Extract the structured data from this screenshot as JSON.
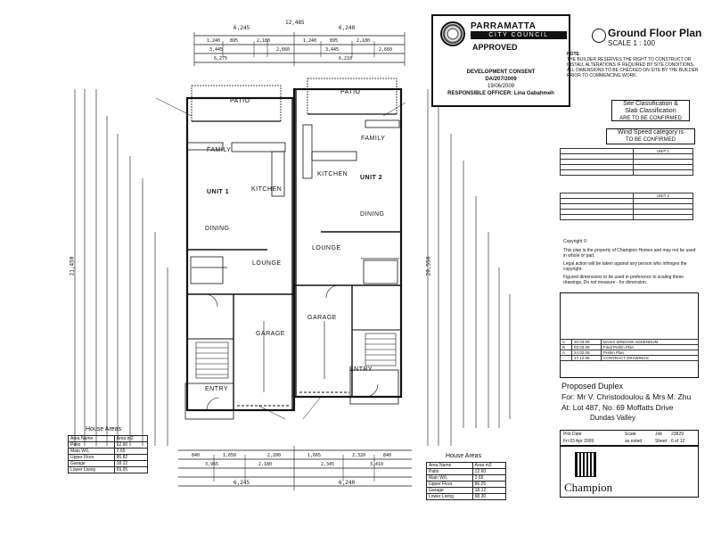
{
  "stamp": {
    "council_line1": "PARRAMATTA",
    "council_line2": "CITY COUNCIL",
    "status": "APPROVED",
    "consent_type": "DEVELOPMENT CONSENT",
    "consent_no": "DA/207/2009",
    "date": "19/06/2009",
    "officer": "RESPONSIBLE OFFICER: Lina Gabahmeh"
  },
  "title_block": {
    "title": "Ground Floor Plan",
    "scale": "SCALE 1 : 100",
    "note_label": "NOTE",
    "note_text": "THE BUILDER RESERVES THE RIGHT TO CONSTRUCT OR INSTALL ALTERATIONS IF REQUIRED BY SITE CONDITIONS. ALL DIMENSIONS TO BE CHECKED ON SITE BY THE BUILDER PRIOR TO COMMENCING WORK.",
    "site_class_1": "Site Classification &",
    "site_class_2": "Slab Classification",
    "site_class_3": "ARE TO BE CONFIRMED",
    "wind_1": "Wind Speed category is",
    "wind_2": "TO BE CONFIRMED",
    "unit1_label": "UNIT 1",
    "unit2_label": "UNIT 2",
    "copyright_label": "Copyright ©",
    "copyright_text": "This plan is the property of Champion Homes and may not be used in whole or part.",
    "legal_text": "Legal action will be taken against any person who infringes the copyright.",
    "dims_text": "Figured dimensions to be used in preference to scaling these drawings. Do not measure - for dimension.",
    "project_label": "Proposed Duplex",
    "for_line": "For: Mr V. Christodoulou & Mrs M. Zhu",
    "at_line": "At:  Lot 487, No. 69 Moffatts Drive",
    "suburb": "Dundas Valley",
    "plot_date_label": "Plot Date",
    "plot_date": "Fri 03 Apr 2009",
    "scale_label": "Scale",
    "scale_value": "as noted",
    "job_label": "Job",
    "job_no": "23829",
    "sheet_label": "Sheet",
    "sheet_value": "6 of 12",
    "company": "Champion"
  },
  "rooms": {
    "patio": "PATIO",
    "family": "FAMILY",
    "kitchen": "KITCHEN",
    "unit1": "UNIT 1",
    "unit2": "UNIT 2",
    "dining": "DINING",
    "lounge": "LOUNGE",
    "garage": "GARAGE",
    "entry": "ENTRY",
    "entry_short": "ENTRY"
  },
  "dimensions": {
    "top_overall_1": "6,245",
    "top_overall_2": "6,240",
    "top_overall_3": "12,485",
    "bottom_overall_1": "6,245",
    "bottom_overall_2": "6,240",
    "left_overall": "21,450",
    "right_overall": "20,550"
  },
  "areas_left": {
    "title": "House Areas",
    "header": [
      "Area Name",
      "Area m2"
    ],
    "rows": [
      [
        "Patio",
        "12.60"
      ],
      [
        "Main W/L",
        "2.65"
      ],
      [
        "Upper Floor",
        "86.82"
      ],
      [
        "Garage",
        "18.12"
      ],
      [
        "Lower Living",
        "69.05"
      ]
    ]
  },
  "areas_right": {
    "title": "House Areas",
    "header": [
      "Area Name",
      "Area m2"
    ],
    "rows": [
      [
        "Patio",
        "12.60"
      ],
      [
        "Main W/L",
        "2.65"
      ],
      [
        "Upper Floor",
        "86.25"
      ],
      [
        "Garage",
        "18.12"
      ],
      [
        "Lower Living",
        "68.30"
      ]
    ]
  },
  "revisions": {
    "rows": [
      [
        "C",
        "20.03.09",
        "BASIX WINDOW ADDENDUM"
      ],
      [
        "B",
        "03.03.09",
        "Final Prelim Plan"
      ],
      [
        "A",
        "24.02.09",
        "Prelim Plan"
      ],
      [
        "-",
        "17.12.08",
        "CONTRACT DRAWINGS"
      ]
    ]
  }
}
